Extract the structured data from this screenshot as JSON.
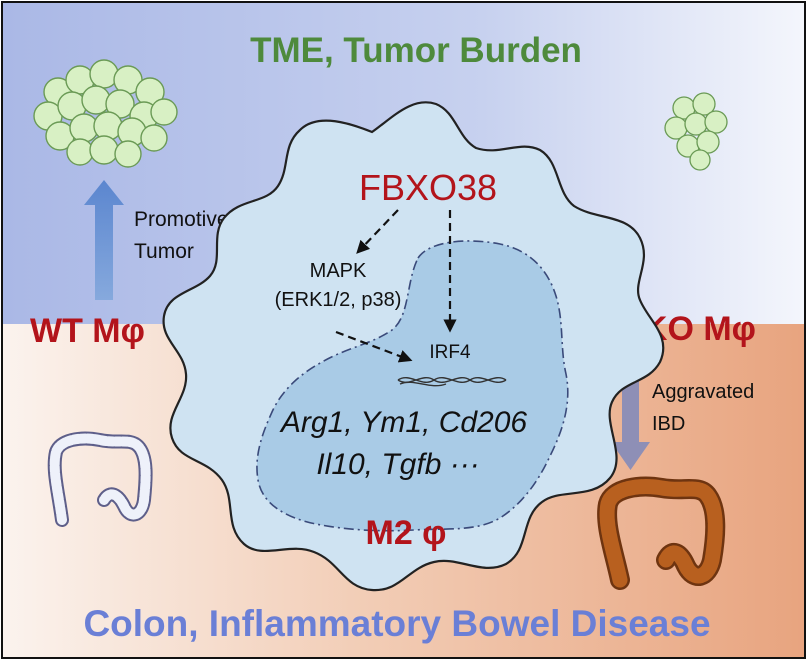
{
  "top_title": "TME, Tumor Burden",
  "bottom_title": "Colon, Inflammatory Bowel Disease",
  "wt_label": "WT Mφ",
  "ko_label": "cKO Mφ",
  "promotive_line1": "Promotive",
  "promotive_line2": "Tumor",
  "aggravated_line1": "Aggravated",
  "aggravated_line2": "IBD",
  "fbxo38": "FBXO38",
  "mapk_line1": "MAPK",
  "mapk_line2": "(ERK1/2, p38)",
  "irf4": "IRF4",
  "genes_line1": "Arg1, Ym1, Cd206",
  "genes_line2": "Il10, Tgfb ···",
  "m2_label": "M2 φ",
  "colors": {
    "top_green": "#4e8a3c",
    "bottom_blue": "#6a7fd6",
    "accent_red": "#b3141b",
    "cell_fill": "#cfe3f2",
    "nucleus_fill": "#a9cbe6",
    "tumor_fill": "#d8f0c4",
    "colon_dark": "#a8501a",
    "colon_light": "#eef1fa",
    "arrow_blue": "#6f9bd8",
    "arrow_grey": "#8e8fb6"
  },
  "icons": {
    "large_tumor": "tumor-cluster-icon",
    "small_tumor": "tumor-cluster-icon",
    "healthy_colon": "colon-icon",
    "inflamed_colon": "colon-icon",
    "dna": "dna-helix-icon"
  }
}
